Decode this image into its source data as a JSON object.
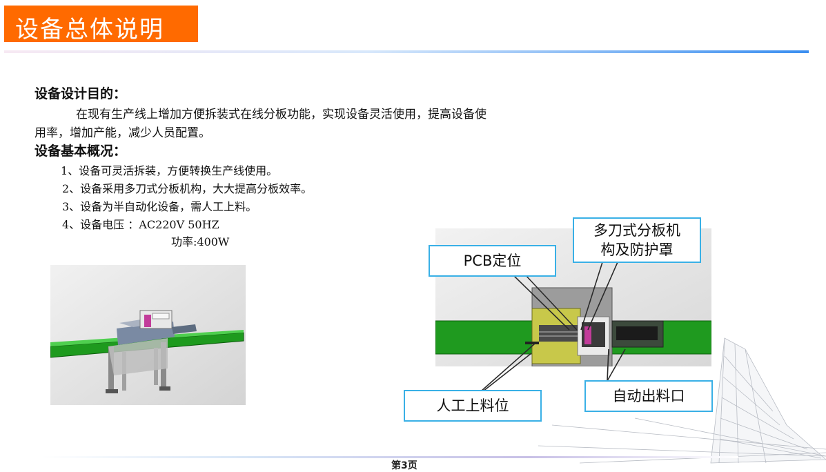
{
  "header": {
    "title": "设备总体说明"
  },
  "purpose": {
    "heading": "设备设计目的：",
    "line1": "在现有生产线上增加方便拆装式在线分板功能，实现设备灵活使用，提高设备使",
    "line2": "用率，增加产能，减少人员配置。"
  },
  "overview": {
    "heading": "设备基本概况：",
    "items": [
      "1、设备可灵活拆装，方便转换生产线使用。",
      "2、设备采用多刀式分板机构，大大提高分板效率。",
      "3、设备为半自动化设备，需人工上料。",
      "4、设备电压 ：AC220V   50HZ"
    ],
    "power": "功率:400W"
  },
  "callouts": {
    "pcb": "PCB定位",
    "cutter_line1": "多刀式分板机",
    "cutter_line2": "构及防护罩",
    "manual": "人工上料位",
    "outlet": "自动出料口"
  },
  "footer": {
    "page": "第3页"
  },
  "colors": {
    "accent": "#ff6a00",
    "callout_border": "#39b0e6",
    "conveyor": "#1f9a1f"
  }
}
